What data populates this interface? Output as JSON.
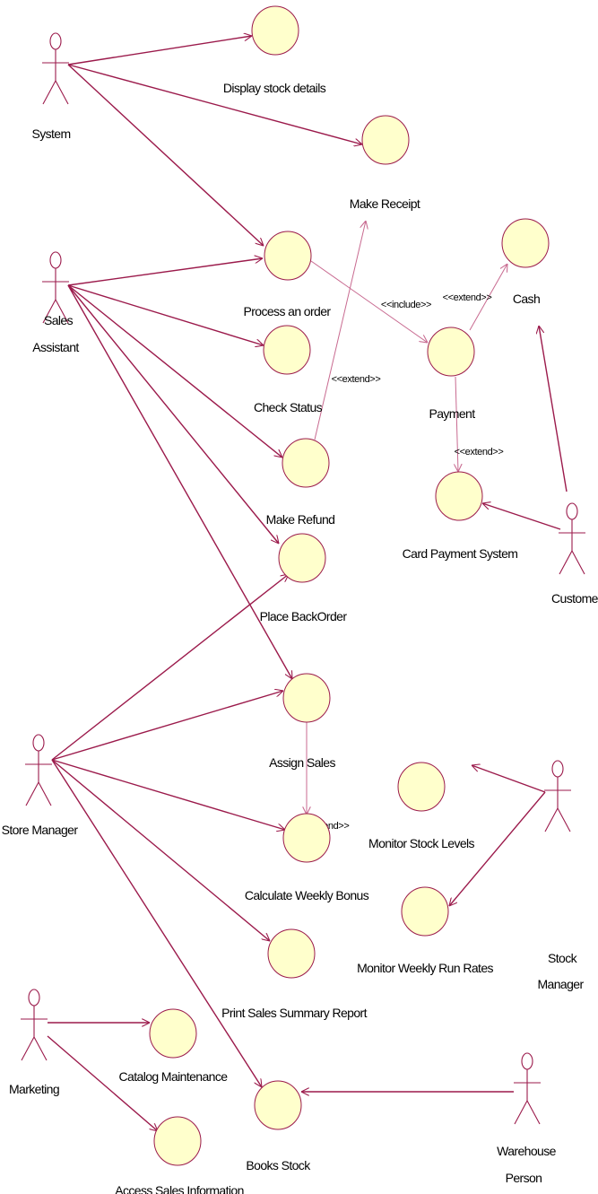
{
  "actors": [
    {
      "id": "system",
      "label_lines": [
        "System"
      ]
    },
    {
      "id": "sales-assistant",
      "label_lines": [
        "Sales",
        "Assistant"
      ]
    },
    {
      "id": "customer",
      "label_lines": [
        "Customer"
      ]
    },
    {
      "id": "store-manager",
      "label_lines": [
        "Store Manager"
      ]
    },
    {
      "id": "stock-manager",
      "label_lines": [
        "Stock",
        "Manager"
      ]
    },
    {
      "id": "marketing",
      "label_lines": [
        "Marketing"
      ]
    },
    {
      "id": "warehouse-person",
      "label_lines": [
        "Warehouse",
        "Person"
      ]
    }
  ],
  "use_cases": [
    {
      "id": "display-stock-details",
      "label": "Display stock details"
    },
    {
      "id": "make-receipt",
      "label": "Make Receipt"
    },
    {
      "id": "process-an-order",
      "label": "Process an order"
    },
    {
      "id": "cash",
      "label": "Cash"
    },
    {
      "id": "payment",
      "label": "Payment"
    },
    {
      "id": "check-status",
      "label": "Check Status"
    },
    {
      "id": "make-refund",
      "label": "Make Refund"
    },
    {
      "id": "card-payment-system",
      "label": "Card Payment System"
    },
    {
      "id": "place-backorder",
      "label": "Place BackOrder"
    },
    {
      "id": "assign-sales",
      "label": "Assign Sales"
    },
    {
      "id": "monitor-stock-levels",
      "label": "Monitor Stock Levels"
    },
    {
      "id": "calculate-weekly-bonus",
      "label": "Calculate Weekly Bonus"
    },
    {
      "id": "monitor-weekly-run-rates",
      "label": "Monitor Weekly Run Rates"
    },
    {
      "id": "print-sales-summary-report",
      "label": "Print Sales Summary Report"
    },
    {
      "id": "catalog-maintenance",
      "label": "Catalog Maintenance"
    },
    {
      "id": "books-stock",
      "label": "Books Stock"
    },
    {
      "id": "access-sales-information",
      "label": "Access Sales Information"
    }
  ],
  "relationships": [
    {
      "from": "system",
      "to": "display-stock-details",
      "kind": "association"
    },
    {
      "from": "system",
      "to": "make-receipt",
      "kind": "association"
    },
    {
      "from": "system",
      "to": "process-an-order",
      "kind": "association"
    },
    {
      "from": "sales-assistant",
      "to": "process-an-order",
      "kind": "association"
    },
    {
      "from": "sales-assistant",
      "to": "check-status",
      "kind": "association"
    },
    {
      "from": "sales-assistant",
      "to": "make-refund",
      "kind": "association"
    },
    {
      "from": "sales-assistant",
      "to": "place-backorder",
      "kind": "association"
    },
    {
      "from": "sales-assistant",
      "to": "assign-sales",
      "kind": "association"
    },
    {
      "from": "process-an-order",
      "to": "payment",
      "kind": "include",
      "stereotype": "<<include>>"
    },
    {
      "from": "payment",
      "to": "cash",
      "kind": "extend",
      "stereotype": "<<extend>>"
    },
    {
      "from": "payment",
      "to": "card-payment-system",
      "kind": "extend",
      "stereotype": "<<extend>>"
    },
    {
      "from": "make-refund",
      "to": "make-receipt",
      "kind": "extend",
      "stereotype": "<<extend>>"
    },
    {
      "from": "customer",
      "to": "cash",
      "kind": "association"
    },
    {
      "from": "customer",
      "to": "card-payment-system",
      "kind": "association"
    },
    {
      "from": "store-manager",
      "to": "place-backorder",
      "kind": "association"
    },
    {
      "from": "store-manager",
      "to": "assign-sales",
      "kind": "association"
    },
    {
      "from": "store-manager",
      "to": "calculate-weekly-bonus",
      "kind": "association"
    },
    {
      "from": "store-manager",
      "to": "print-sales-summary-report",
      "kind": "association"
    },
    {
      "from": "store-manager",
      "to": "books-stock",
      "kind": "association"
    },
    {
      "from": "assign-sales",
      "to": "calculate-weekly-bonus",
      "kind": "extend",
      "stereotype": "<<extend>>"
    },
    {
      "from": "stock-manager",
      "to": "monitor-stock-levels",
      "kind": "association"
    },
    {
      "from": "stock-manager",
      "to": "monitor-weekly-run-rates",
      "kind": "association"
    },
    {
      "from": "marketing",
      "to": "catalog-maintenance",
      "kind": "association"
    },
    {
      "from": "marketing",
      "to": "access-sales-information",
      "kind": "association"
    },
    {
      "from": "warehouse-person",
      "to": "books-stock",
      "kind": "association"
    }
  ],
  "colors": {
    "line": "#9b1a4b",
    "use_case_fill": "#ffffcc",
    "use_case_stroke": "#9b1a4b",
    "actor_stroke": "#9b1a4b",
    "text": "#000000"
  }
}
